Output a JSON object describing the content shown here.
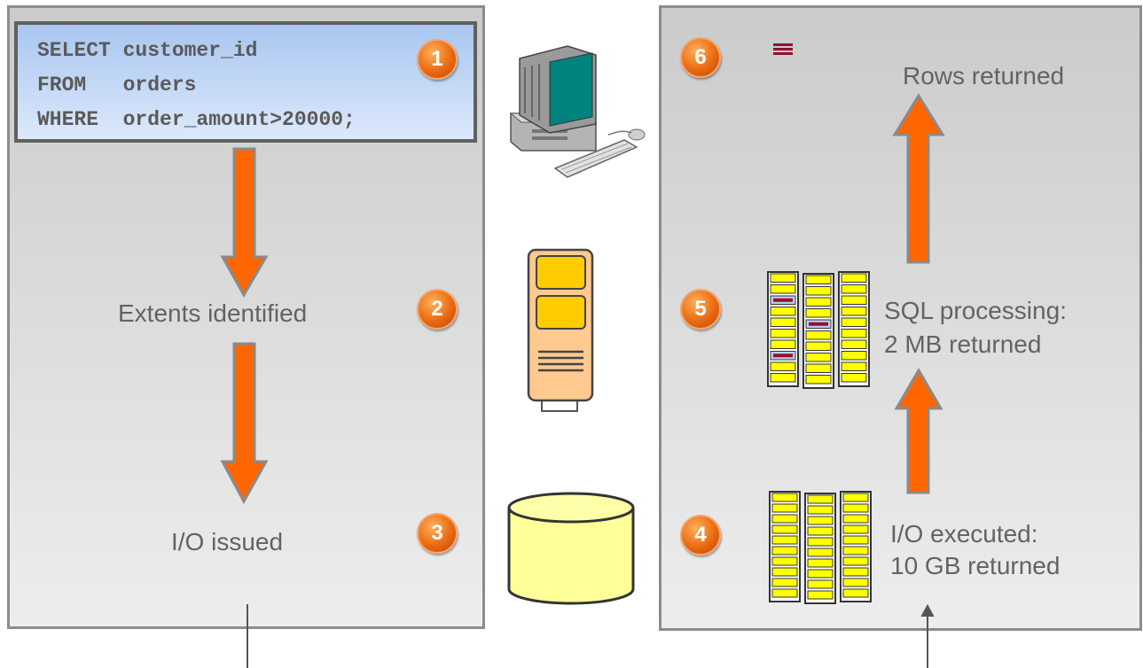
{
  "query": {
    "lines": [
      "SELECT customer_id",
      "FROM   orders",
      "WHERE  order_amount>20000;"
    ]
  },
  "steps": [
    {
      "number": "1"
    },
    {
      "number": "2",
      "label": "Extents identified"
    },
    {
      "number": "3",
      "label": "I/O issued"
    },
    {
      "number": "4",
      "label_lines": [
        "I/O executed:",
        "10 GB returned"
      ]
    },
    {
      "number": "5",
      "label_lines": [
        "SQL processing:",
        "2 MB returned"
      ]
    },
    {
      "number": "6",
      "label": "Rows returned"
    }
  ],
  "icons": [
    "client-computer-icon",
    "database-server-icon",
    "storage-cylinder-icon",
    "storage-cells-icon",
    "menu-icon"
  ],
  "colors": {
    "arrow": "#ff6600",
    "badge": "#ea6a10",
    "panel_border": "#8c8c8c",
    "cell_yellow": "#ffff00",
    "highlight_row": "#8e1230"
  }
}
